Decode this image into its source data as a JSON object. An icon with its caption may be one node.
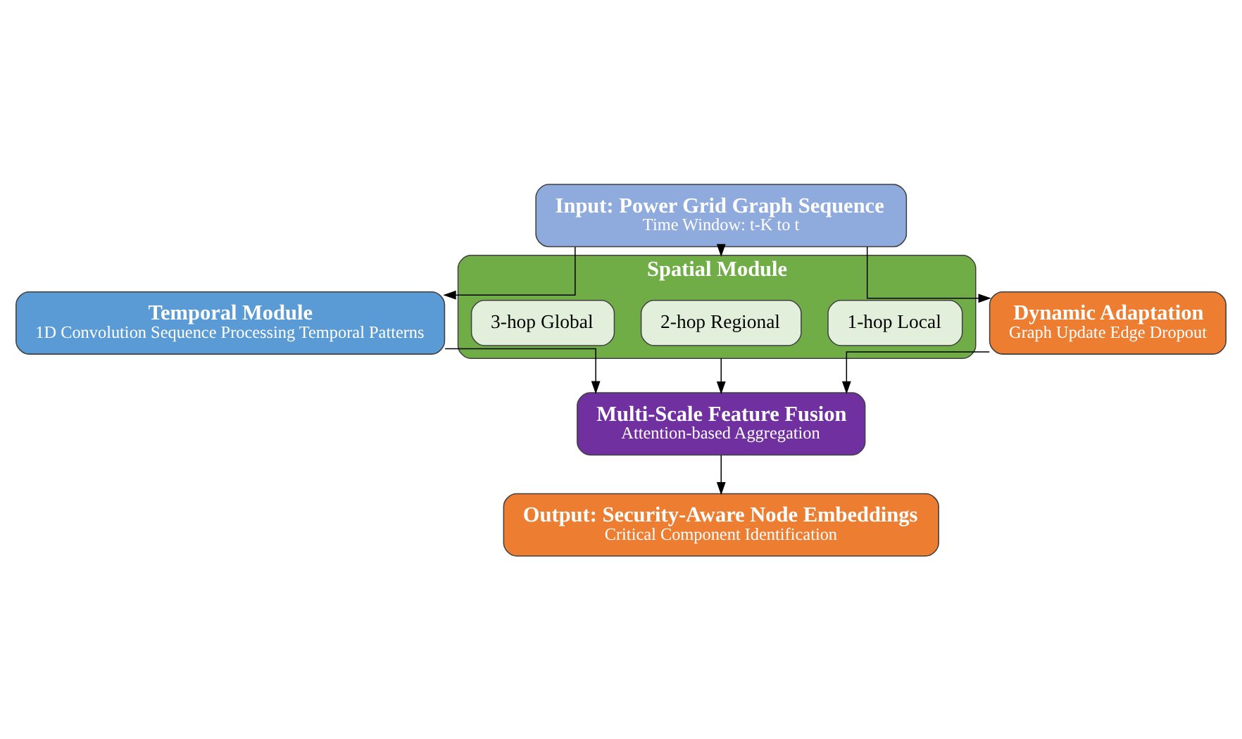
{
  "diagram": {
    "nodes": [
      {
        "text": [
          "Input: Power Grid Graph Sequence",
          "Time Window: t-K to t"
        ]
      },
      {
        "text": [
          "Temporal Module",
          "1D Convolution Sequence Processing Temporal Patterns"
        ]
      },
      {
        "text": [
          "Spatial Module"
        ]
      },
      {
        "text": [
          "1-hop Local"
        ],
        "in": 2
      },
      {
        "text": [
          "2-hop Regional"
        ],
        "in": 2
      },
      {
        "text": [
          "3-hop Global"
        ],
        "in": 2
      },
      {
        "text": [
          "Dynamic Adaptation",
          "Graph Update Edge Dropout"
        ]
      },
      {
        "text": [
          "Multi-Scale Feature Fusion",
          "Attention-based Aggregation"
        ]
      },
      {
        "text": [
          "Output: Security-Aware Node Embeddings",
          "Critical Component Identification"
        ]
      }
    ],
    "edges": [
      {
        "from": 0,
        "to": 1,
        "arrow": "to"
      },
      {
        "from": 0,
        "to": 2,
        "arrow": "to"
      },
      {
        "from": 0,
        "to": 6,
        "arrow": "to"
      },
      {
        "from": 1,
        "to": 7,
        "arrow": "to"
      },
      {
        "from": 2,
        "to": 7,
        "arrow": "to"
      },
      {
        "from": 6,
        "to": 7,
        "arrow": "to"
      },
      {
        "from": 7,
        "to": 8,
        "arrow": "to"
      }
    ]
  }
}
